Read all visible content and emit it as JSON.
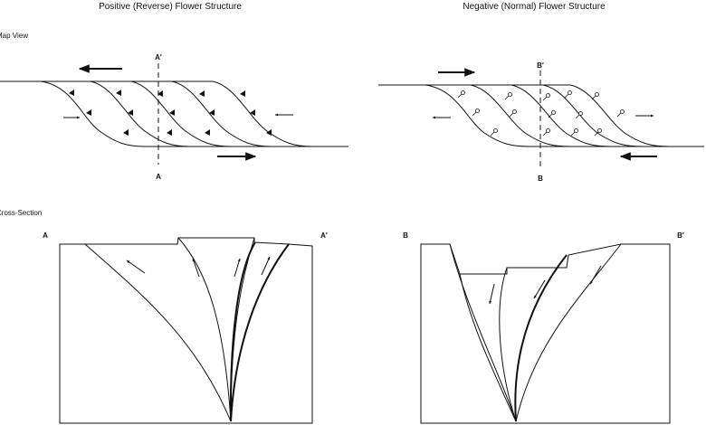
{
  "titles": {
    "left": "Positive (Reverse) Flower Structure",
    "right": "Negative (Normal) Flower Structure"
  },
  "sections": {
    "map_view": "Map View",
    "cross_section": "Cross-Section"
  },
  "points": {
    "a_top": "A′",
    "a_bottom": "A",
    "b_top": "B′",
    "b_bottom": "B",
    "cs_a_left": "A",
    "cs_a_right": "A′",
    "cs_b_left": "B",
    "cs_b_right": "B′"
  }
}
